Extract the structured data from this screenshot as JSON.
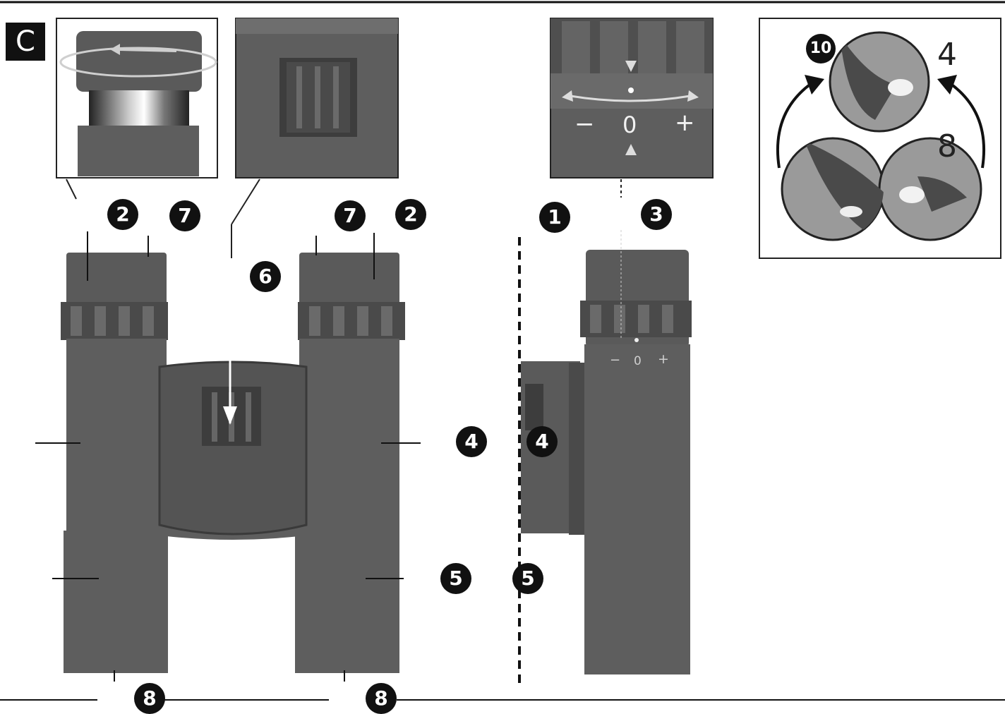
{
  "section": {
    "label": "C"
  },
  "callouts": {
    "eyecup_left": "2",
    "ring_left": "7",
    "bridge_wheel": "6",
    "ring_right": "7",
    "eyecup_right": "2",
    "right_diopter": "1",
    "diopter_scale": "3",
    "body_right": "4",
    "body_side": "4",
    "barrel_right": "5",
    "barrel_side": "5",
    "objective_left": "8",
    "objective_right": "8",
    "alignment": "10"
  },
  "diopter_scale": {
    "minus": "−",
    "zero": "0",
    "plus": "+"
  },
  "alignment_inset": {
    "top_number": "4",
    "bottom_number": "8"
  },
  "colors": {
    "body": "#5e5e5e",
    "dark": "#3d3d3d",
    "light": "#7a7a7a",
    "line": "#111111"
  }
}
